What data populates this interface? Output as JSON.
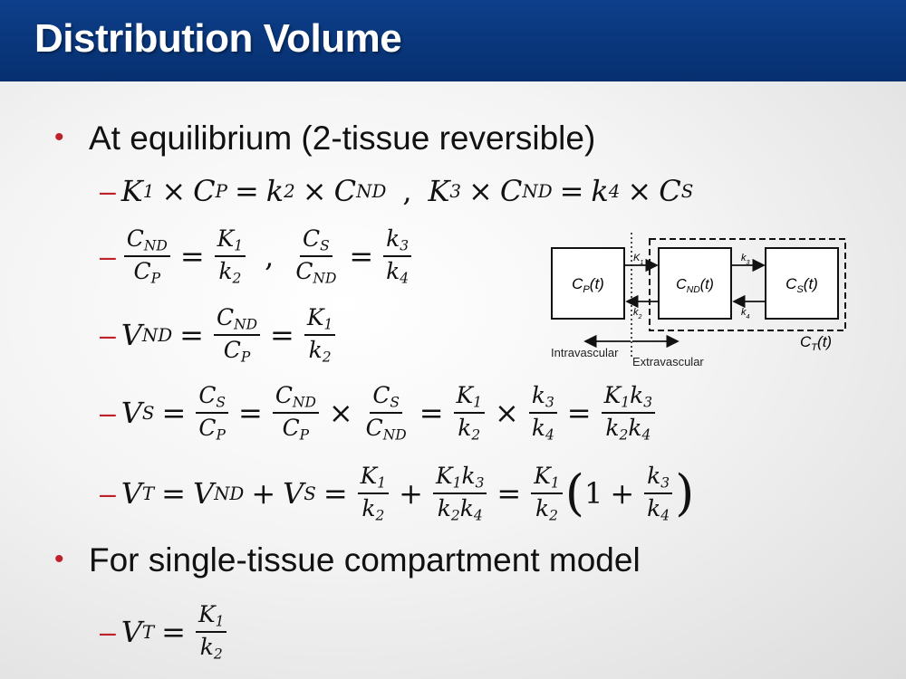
{
  "title": "Distribution Volume",
  "bullets": [
    {
      "text": "At equilibrium (2-tissue reversible)"
    },
    {
      "text": "For single-tissue compartment model"
    }
  ],
  "equations": {
    "eq1a": "K₁×Cₚ = k₂×C_ND",
    "eq1b": "K₃×C_ND = k₄×C_S"
  },
  "diagram": {
    "box_cp": "C_P(t)",
    "box_cnd": "C_ND(t)",
    "box_cs": "C_S(t)",
    "k1": "K1",
    "k2": "k2",
    "k3": "k3",
    "k4": "k4",
    "ct_label": "C_T(t)",
    "intravascular": "Intravascular",
    "extravascular": "Extravascular"
  },
  "colors": {
    "title_bar": "#0a3a80",
    "bullet_accent": "#c0202a"
  }
}
